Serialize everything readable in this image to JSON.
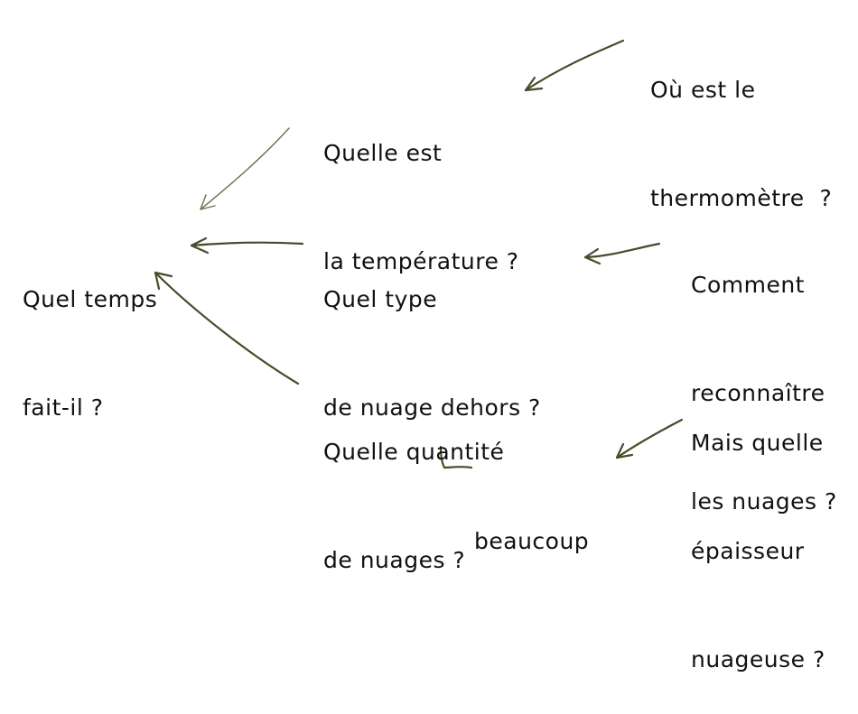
{
  "nodes": {
    "root": {
      "lines": [
        "Quel temps",
        "fait-il ?"
      ]
    },
    "temperature": {
      "lines": [
        "Quelle est",
        "la température ?"
      ]
    },
    "thermometer": {
      "lines": [
        "Où est le",
        "thermomètre  ?"
      ]
    },
    "cloud_type": {
      "lines": [
        "Quel type",
        "de nuage dehors ?"
      ]
    },
    "recognize": {
      "lines": [
        "Comment",
        "reconnaître",
        "les nuages ?"
      ]
    },
    "quantity": {
      "lines": [
        "Quelle quantité",
        "de nuages ?"
      ]
    },
    "thickness": {
      "lines": [
        "Mais quelle",
        "épaisseur",
        "nuageuse ?"
      ]
    },
    "answer": {
      "lines": [
        "beaucoup"
      ]
    }
  },
  "colors": {
    "arrow": "#4a4a2a",
    "text": "#111111"
  }
}
